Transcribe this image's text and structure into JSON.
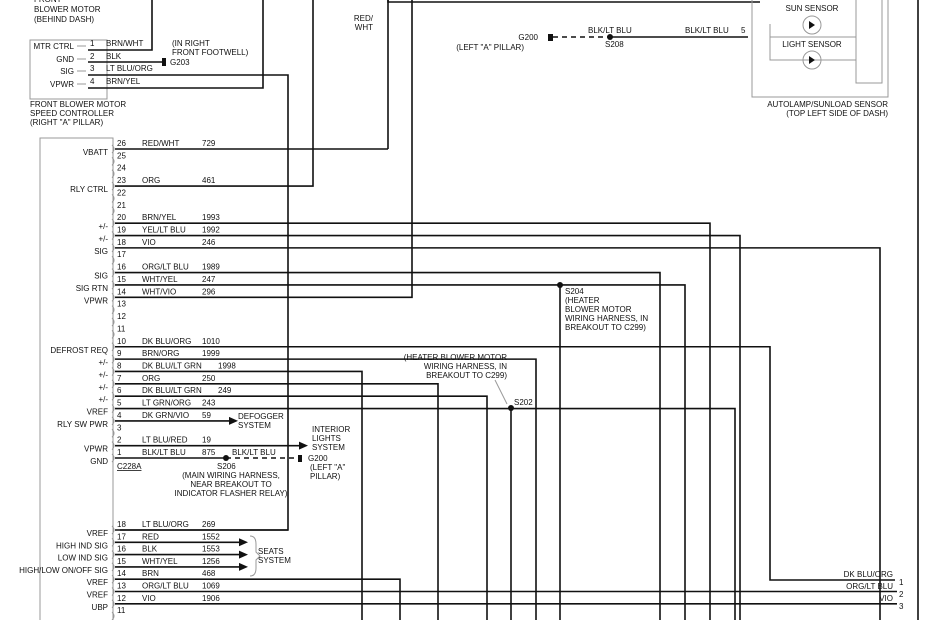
{
  "controller": {
    "title_lines": [
      "FRONT",
      "BLOWER MOTOR",
      "(BEHIND DASH)"
    ],
    "name_lines": [
      "FRONT BLOWER MOTOR",
      "SPEED CONTROLLER",
      "(RIGHT \"A\" PILLAR)"
    ],
    "pins": [
      {
        "num": "1",
        "label": "MTR CTRL",
        "wire": "BRN/WHT"
      },
      {
        "num": "2",
        "label": "GND",
        "wire": "BLK"
      },
      {
        "num": "3",
        "label": "SIG",
        "wire": "LT BLU/ORG"
      },
      {
        "num": "4",
        "label": "VPWR",
        "wire": "BRN/YEL"
      }
    ],
    "ground": "G203",
    "ground_note": [
      "(IN RIGHT",
      "FRONT FOOTWELL)"
    ]
  },
  "top_wire_label": [
    "RED/",
    "WHT"
  ],
  "sensor_ground": {
    "ground": "G200",
    "location": "(LEFT \"A\" PILLAR)",
    "splice": "S208",
    "wire_left": "BLK/LT BLU",
    "wire_right": "BLK/LT BLU",
    "pin": "5"
  },
  "sensor": {
    "sun": "SUN SENSOR",
    "light": "LIGHT SENSOR",
    "name_lines": [
      "AUTOLAMP/SUNLOAD SENSOR",
      "(TOP LEFT SIDE OF DASH)"
    ]
  },
  "connector_a": {
    "name": "C228A",
    "pins": [
      {
        "num": "26",
        "label": "VBATT",
        "wire": "RED/WHT",
        "circuit": "729"
      },
      {
        "num": "25",
        "label": "",
        "wire": "",
        "circuit": ""
      },
      {
        "num": "24",
        "label": "",
        "wire": "",
        "circuit": ""
      },
      {
        "num": "23",
        "label": "RLY CTRL",
        "wire": "ORG",
        "circuit": "461"
      },
      {
        "num": "22",
        "label": "",
        "wire": "",
        "circuit": ""
      },
      {
        "num": "21",
        "label": "",
        "wire": "",
        "circuit": ""
      },
      {
        "num": "20",
        "label": "+/-",
        "wire": "BRN/YEL",
        "circuit": "1993"
      },
      {
        "num": "19",
        "label": "+/-",
        "wire": "YEL/LT BLU",
        "circuit": "1992"
      },
      {
        "num": "18",
        "label": "SIG",
        "wire": "VIO",
        "circuit": "246"
      },
      {
        "num": "17",
        "label": "",
        "wire": "",
        "circuit": ""
      },
      {
        "num": "16",
        "label": "SIG",
        "wire": "ORG/LT BLU",
        "circuit": "1989"
      },
      {
        "num": "15",
        "label": "SIG RTN",
        "wire": "WHT/YEL",
        "circuit": "247"
      },
      {
        "num": "14",
        "label": "VPWR",
        "wire": "WHT/VIO",
        "circuit": "296"
      },
      {
        "num": "13",
        "label": "",
        "wire": "",
        "circuit": ""
      },
      {
        "num": "12",
        "label": "",
        "wire": "",
        "circuit": ""
      },
      {
        "num": "11",
        "label": "",
        "wire": "",
        "circuit": ""
      },
      {
        "num": "10",
        "label": "DEFROST REQ",
        "wire": "DK BLU/ORG",
        "circuit": "1010"
      },
      {
        "num": "9",
        "label": "+/-",
        "wire": "BRN/ORG",
        "circuit": "1999"
      },
      {
        "num": "8",
        "label": "+/-",
        "wire": "DK BLU/LT GRN",
        "circuit": "1998"
      },
      {
        "num": "7",
        "label": "+/-",
        "wire": "ORG",
        "circuit": "250"
      },
      {
        "num": "6",
        "label": "+/-",
        "wire": "DK BLU/LT GRN",
        "circuit": "249"
      },
      {
        "num": "5",
        "label": "VREF",
        "wire": "LT GRN/ORG",
        "circuit": "243"
      },
      {
        "num": "4",
        "label": "RLY SW PWR",
        "wire": "DK GRN/VIO",
        "circuit": "59"
      },
      {
        "num": "3",
        "label": "",
        "wire": "",
        "circuit": ""
      },
      {
        "num": "2",
        "label": "VPWR",
        "wire": "LT BLU/RED",
        "circuit": "19"
      },
      {
        "num": "1",
        "label": "GND",
        "wire": "BLK/LT BLU",
        "circuit": "875"
      }
    ]
  },
  "connector_b": {
    "pins": [
      {
        "num": "18",
        "label": "VREF",
        "wire": "LT BLU/ORG",
        "circuit": "269"
      },
      {
        "num": "17",
        "label": "HIGH IND SIG",
        "wire": "RED",
        "circuit": "1552"
      },
      {
        "num": "16",
        "label": "LOW IND SIG",
        "wire": "BLK",
        "circuit": "1553"
      },
      {
        "num": "15",
        "label": "HIGH/LOW ON/OFF SIG",
        "wire": "WHT/YEL",
        "circuit": "1256"
      },
      {
        "num": "14",
        "label": "VREF",
        "wire": "BRN",
        "circuit": "468"
      },
      {
        "num": "13",
        "label": "VREF",
        "wire": "ORG/LT BLU",
        "circuit": "1069"
      },
      {
        "num": "12",
        "label": "UBP",
        "wire": "VIO",
        "circuit": "1906"
      },
      {
        "num": "11",
        "label": "",
        "wire": "",
        "circuit": ""
      }
    ]
  },
  "systems": {
    "defogger": [
      "DEFOGGER",
      "SYSTEM"
    ],
    "interior_lights": [
      "INTERIOR",
      "LIGHTS",
      "SYSTEM"
    ],
    "seats": [
      "SEATS",
      "SYSTEM"
    ]
  },
  "ground_s206": {
    "splice": "S206",
    "wire": "BLK/LT BLU",
    "ground": "G200",
    "ground_note": [
      "(LEFT \"A\"",
      "PILLAR)"
    ],
    "splice_note": [
      "(MAIN WIRING HARNESS,",
      "NEAR BREAKOUT TO",
      "INDICATOR FLASHER RELAY)"
    ]
  },
  "splice_s204": {
    "name": "S204",
    "note": [
      "(HEATER",
      "BLOWER MOTOR",
      "WIRING HARNESS, IN",
      "BREAKOUT TO C299)"
    ]
  },
  "splice_s202": {
    "name": "S202",
    "note": [
      "(HEATER BLOWER MOTOR",
      "WIRING HARNESS, IN",
      "BREAKOUT TO C299)"
    ]
  },
  "right_connector": [
    {
      "wire": "DK BLU/ORG",
      "pin": "1"
    },
    {
      "wire": "ORG/LT BLU",
      "pin": "2"
    },
    {
      "wire": "VIO",
      "pin": "3"
    }
  ]
}
